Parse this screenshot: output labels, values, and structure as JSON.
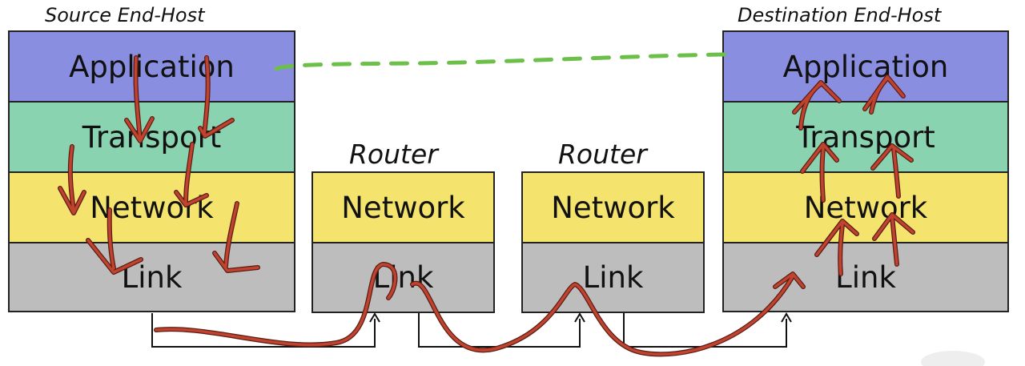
{
  "titles": {
    "source": "Source End-Host",
    "router1": "Router",
    "router2": "Router",
    "destination": "Destination End-Host"
  },
  "source_stack": {
    "application": "Application",
    "transport": "Transport",
    "network": "Network",
    "link": "Link"
  },
  "router1_stack": {
    "network": "Network",
    "link": "Link"
  },
  "router2_stack": {
    "network": "Network",
    "link": "Link"
  },
  "destination_stack": {
    "application": "Application",
    "transport": "Transport",
    "network": "Network",
    "link": "Link"
  },
  "colors": {
    "application": "#8a8ee0",
    "transport": "#8ad3b0",
    "network": "#f4e36d",
    "link": "#bdbdbd",
    "annotation_red": "#b23a2c",
    "peer_link_green": "#6cc04a"
  }
}
